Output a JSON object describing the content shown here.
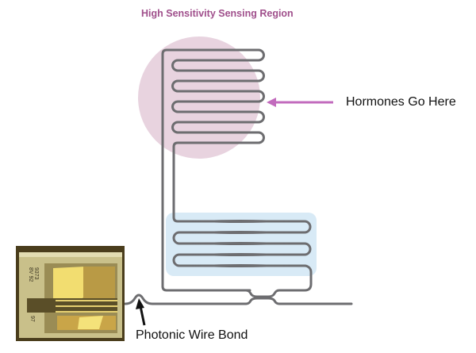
{
  "labels": {
    "title": "High Sensitivity Sensing Region",
    "hormones": "Hormones Go Here",
    "wire_bond": "Photonic Wire Bond"
  },
  "chip_text": [
    "9373",
    "8V 92",
    "97"
  ],
  "colors": {
    "sensing_region": "#e8d3df",
    "reference_region": "#d8eaf6",
    "waveguide": "#6d6d70",
    "arrow_pink": "#c26bbd",
    "title": "#a0508c",
    "chip_gold": "#d9b84a"
  }
}
